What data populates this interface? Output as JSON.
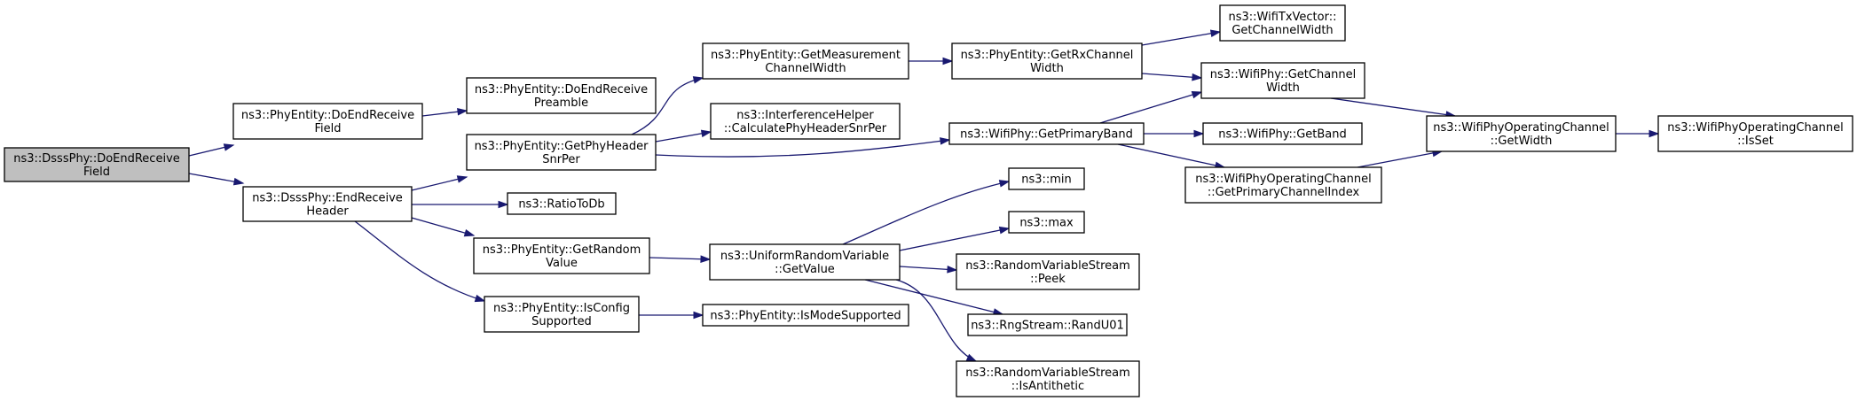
{
  "diagram": {
    "colors": {
      "edge": "#191970",
      "root_fill": "#bfbfbf",
      "node_fill": "#ffffff",
      "node_border": "#000000"
    },
    "nodes": [
      {
        "id": "root",
        "lines": [
          "ns3::DsssPhy::DoEndReceive",
          "Field"
        ]
      },
      {
        "id": "pe_doendfield",
        "lines": [
          "ns3::PhyEntity::DoEndReceive",
          "Field"
        ]
      },
      {
        "id": "dsss_endheader",
        "lines": [
          "ns3::DsssPhy::EndReceive",
          "Header"
        ]
      },
      {
        "id": "pe_doendpreamble",
        "lines": [
          "ns3::PhyEntity::DoEndReceive",
          "Preamble"
        ]
      },
      {
        "id": "pe_getphyheader",
        "lines": [
          "ns3::PhyEntity::GetPhyHeader",
          "SnrPer"
        ]
      },
      {
        "id": "ratiotodb",
        "lines": [
          "ns3::RatioToDb"
        ]
      },
      {
        "id": "pe_getrandom",
        "lines": [
          "ns3::PhyEntity::GetRandom",
          "Value"
        ]
      },
      {
        "id": "pe_isconfig",
        "lines": [
          "ns3::PhyEntity::IsConfig",
          "Supported"
        ]
      },
      {
        "id": "pe_getmeasurement",
        "lines": [
          "ns3::PhyEntity::GetMeasurement",
          "ChannelWidth"
        ]
      },
      {
        "id": "interference",
        "lines": [
          "ns3::InterferenceHelper",
          "::CalculatePhyHeaderSnrPer"
        ]
      },
      {
        "id": "urv_getvalue",
        "lines": [
          "ns3::UniformRandomVariable",
          "::GetValue"
        ]
      },
      {
        "id": "pe_ismode",
        "lines": [
          "ns3::PhyEntity::IsModeSupported"
        ]
      },
      {
        "id": "pe_getrxchannel",
        "lines": [
          "ns3::PhyEntity::GetRxChannel",
          "Width"
        ]
      },
      {
        "id": "wp_getprimaryband",
        "lines": [
          "ns3::WifiPhy::GetPrimaryBand"
        ]
      },
      {
        "id": "min",
        "lines": [
          "ns3::min"
        ]
      },
      {
        "id": "max",
        "lines": [
          "ns3::max"
        ]
      },
      {
        "id": "rvs_peek",
        "lines": [
          "ns3::RandomVariableStream",
          "::Peek"
        ]
      },
      {
        "id": "rng_randu01",
        "lines": [
          "ns3::RngStream::RandU01"
        ]
      },
      {
        "id": "rvs_isantithetic",
        "lines": [
          "ns3::RandomVariableStream",
          "::IsAntithetic"
        ]
      },
      {
        "id": "wtv_getchannelwidth",
        "lines": [
          "ns3::WifiTxVector::",
          "GetChannelWidth"
        ]
      },
      {
        "id": "wp_getchannelwidth",
        "lines": [
          "ns3::WifiPhy::GetChannel",
          "Width"
        ]
      },
      {
        "id": "wp_getband",
        "lines": [
          "ns3::WifiPhy::GetBand"
        ]
      },
      {
        "id": "wpoc_getprimaryindex",
        "lines": [
          "ns3::WifiPhyOperatingChannel",
          "::GetPrimaryChannelIndex"
        ]
      },
      {
        "id": "wpoc_getwidth",
        "lines": [
          "ns3::WifiPhyOperatingChannel",
          "::GetWidth"
        ]
      },
      {
        "id": "wpoc_isset",
        "lines": [
          "ns3::WifiPhyOperatingChannel",
          "::IsSet"
        ]
      }
    ],
    "edges": [
      [
        "root",
        "pe_doendfield"
      ],
      [
        "root",
        "dsss_endheader"
      ],
      [
        "pe_doendfield",
        "pe_doendpreamble"
      ],
      [
        "dsss_endheader",
        "pe_getphyheader"
      ],
      [
        "dsss_endheader",
        "ratiotodb"
      ],
      [
        "dsss_endheader",
        "pe_getrandom"
      ],
      [
        "dsss_endheader",
        "pe_isconfig"
      ],
      [
        "pe_getphyheader",
        "pe_getmeasurement"
      ],
      [
        "pe_getphyheader",
        "interference"
      ],
      [
        "pe_getphyheader",
        "wp_getprimaryband"
      ],
      [
        "pe_getrandom",
        "urv_getvalue"
      ],
      [
        "pe_isconfig",
        "pe_ismode"
      ],
      [
        "pe_getmeasurement",
        "pe_getrxchannel"
      ],
      [
        "pe_getrxchannel",
        "wtv_getchannelwidth"
      ],
      [
        "pe_getrxchannel",
        "wp_getchannelwidth"
      ],
      [
        "wp_getprimaryband",
        "wp_getchannelwidth"
      ],
      [
        "wp_getprimaryband",
        "wp_getband"
      ],
      [
        "wp_getprimaryband",
        "wpoc_getprimaryindex"
      ],
      [
        "urv_getvalue",
        "min"
      ],
      [
        "urv_getvalue",
        "max"
      ],
      [
        "urv_getvalue",
        "rvs_peek"
      ],
      [
        "urv_getvalue",
        "rng_randu01"
      ],
      [
        "urv_getvalue",
        "rvs_isantithetic"
      ],
      [
        "wp_getchannelwidth",
        "wpoc_getwidth"
      ],
      [
        "wpoc_getprimaryindex",
        "wpoc_getwidth"
      ],
      [
        "wpoc_getwidth",
        "wpoc_isset"
      ]
    ]
  }
}
